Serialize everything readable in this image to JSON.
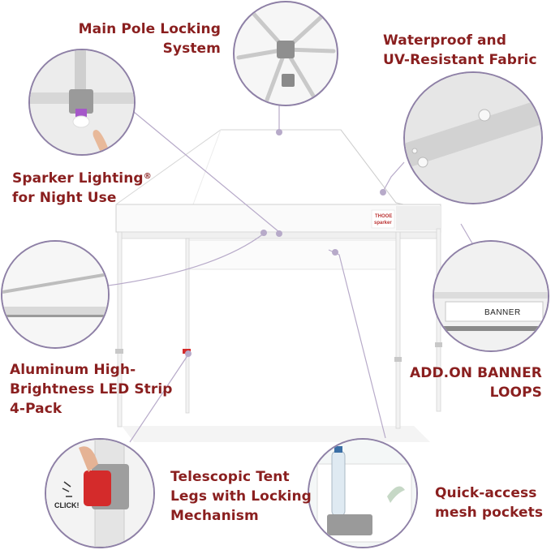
{
  "labels": {
    "main_pole": [
      "Main Pole Locking",
      "System"
    ],
    "waterproof": [
      "Waterproof and",
      "UV-Resistant Fabric"
    ],
    "sparker": [
      "Sparker Lighting",
      "for Night Use"
    ],
    "sparker_mark": "®",
    "aluminum": [
      "Aluminum High-",
      "Brightness LED Strip",
      "4-Pack"
    ],
    "banner_loops": [
      "ADD.ON BANNER",
      "LOOPS"
    ],
    "telescopic": [
      "Telescopic Tent",
      "Legs with Locking",
      "Mechanism"
    ],
    "mesh": [
      "Quick-access",
      "mesh pockets"
    ]
  },
  "inset_text": {
    "banner": "BANNER",
    "click": "CLICK!"
  },
  "brand_logo": [
    "THOOE",
    "sparker"
  ],
  "colors": {
    "label_red": "#8a1f1f",
    "circle_border": "#8e80a6",
    "leader_line": "#b7aac9",
    "canopy_white": "#ffffff",
    "lock_red": "#d42b2b"
  }
}
